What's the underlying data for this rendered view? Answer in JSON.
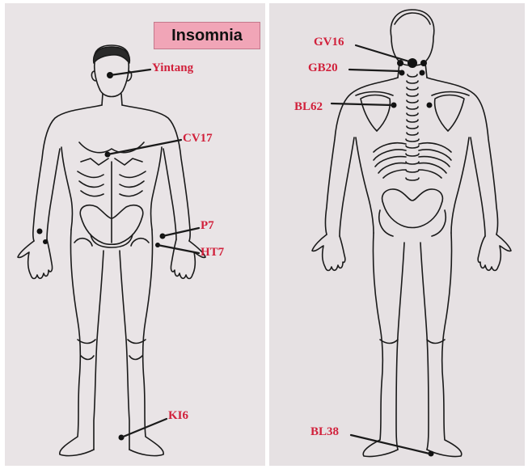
{
  "title": "Insomnia",
  "front_points": {
    "yintang": "Yintang",
    "cv17": "CV17",
    "p7": "P7",
    "ht7": "HT7",
    "ki6": "KI6"
  },
  "back_points": {
    "gv16": "GV16",
    "gb20": "GB20",
    "bl62": "BL62",
    "bl38": "BL38"
  },
  "colors": {
    "label_red": "#d1203b",
    "title_box": "#f1a5b7",
    "point": "#111111"
  }
}
